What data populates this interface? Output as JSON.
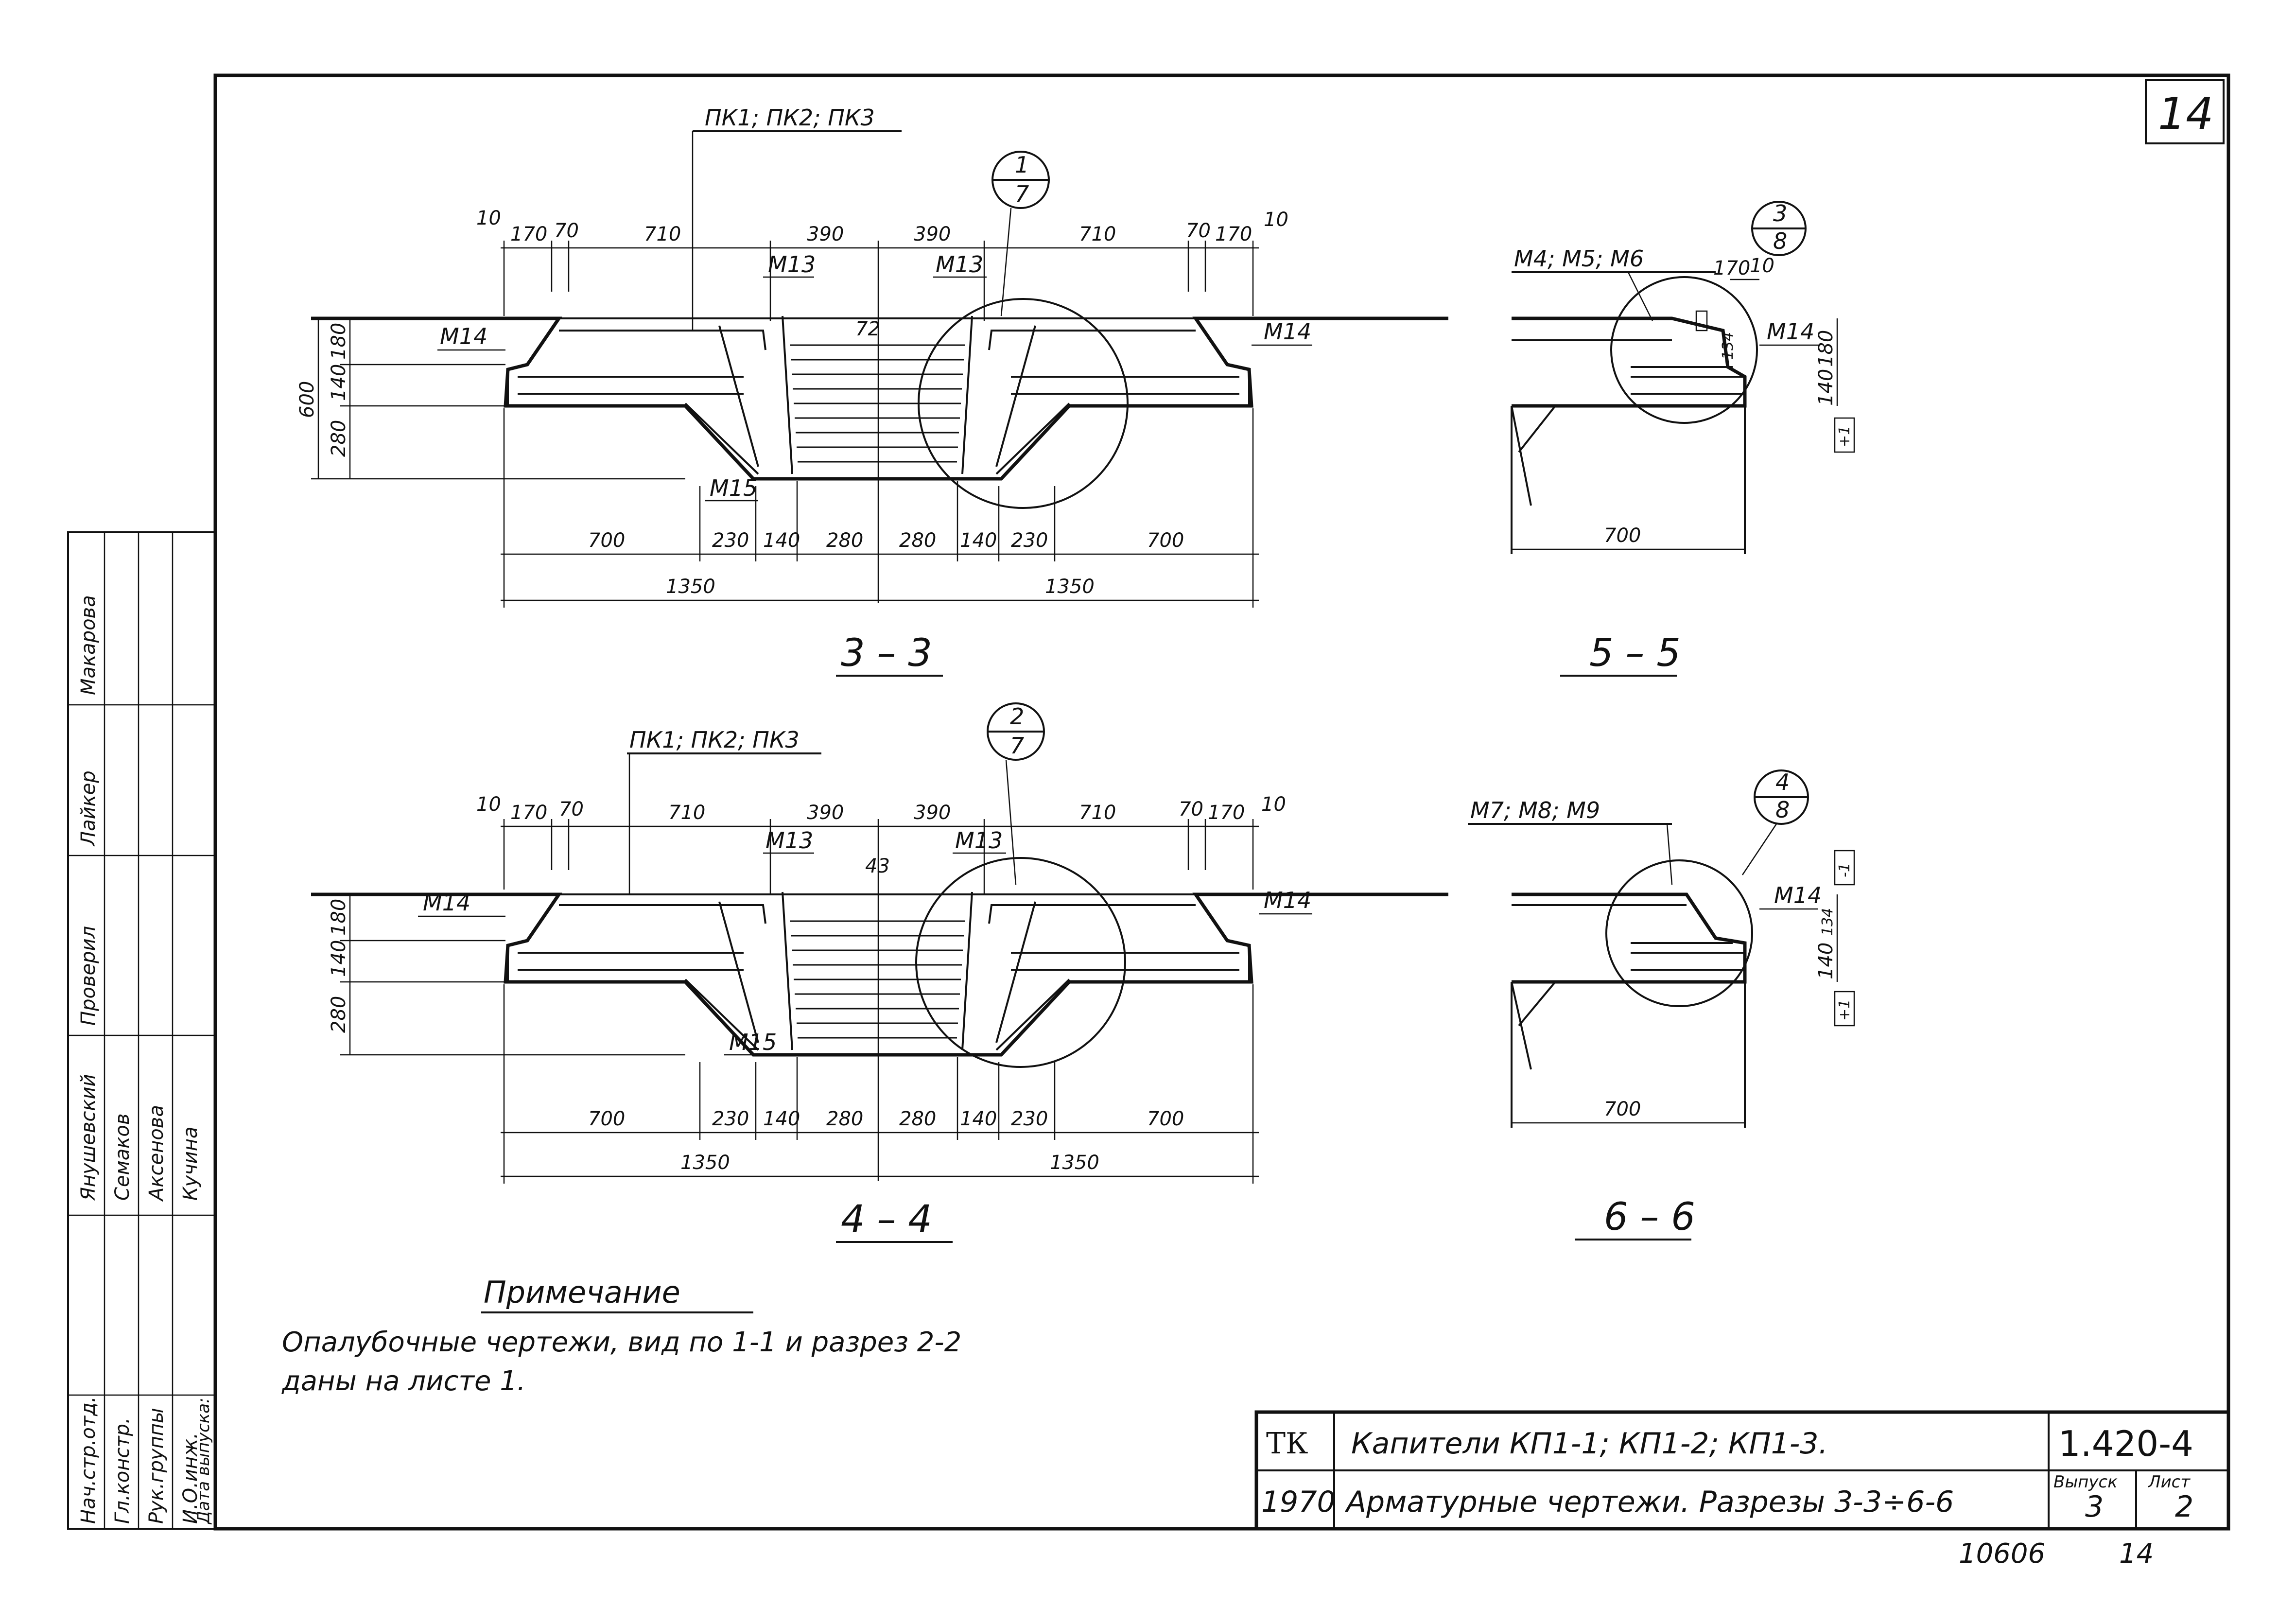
{
  "sheet_number_corner": "14",
  "section_3_3": {
    "title": "3 – 3",
    "top_label": "ПК1; ПК2; ПК3",
    "detail_callout": {
      "top": "1",
      "bottom": "7"
    },
    "top_dims": [
      "10",
      "170",
      "70",
      "710",
      "390",
      "390",
      "710",
      "70",
      "170",
      "10"
    ],
    "marks": [
      "M13",
      "M13",
      "M14",
      "M14",
      "M15"
    ],
    "gap_dim": "72",
    "vertical_dims": [
      "600",
      "180",
      "140",
      "280"
    ],
    "bottom_dims": [
      "700",
      "230",
      "140",
      "280",
      "280",
      "140",
      "230",
      "700"
    ],
    "total_dims": [
      "1350",
      "1350"
    ]
  },
  "section_4_4": {
    "title": "4 – 4",
    "top_label": "ПК1; ПК2; ПК3",
    "detail_callout": {
      "top": "2",
      "bottom": "7"
    },
    "top_dims": [
      "10",
      "170",
      "70",
      "710",
      "390",
      "390",
      "710",
      "70",
      "170",
      "10"
    ],
    "marks": [
      "M13",
      "M13",
      "M14",
      "M14",
      "M15"
    ],
    "gap_dim": "43",
    "vertical_dims": [
      "180",
      "140",
      "280"
    ],
    "bottom_dims": [
      "700",
      "230",
      "140",
      "280",
      "280",
      "140",
      "230",
      "700"
    ],
    "total_dims": [
      "1350",
      "1350"
    ]
  },
  "section_5_5": {
    "title": "5 – 5",
    "top_label": "M4; M5; M6",
    "detail_callout": {
      "top": "3",
      "bottom": "8"
    },
    "dims": [
      "170",
      "10",
      "134",
      "180",
      "140"
    ],
    "mark": "M14",
    "bottom_dim": "700",
    "tag": "+1"
  },
  "section_6_6": {
    "title": "6 – 6",
    "top_label": "M7; M8; M9",
    "detail_callout": {
      "top": "4",
      "bottom": "8"
    },
    "dims": [
      "134",
      "140"
    ],
    "mark": "M14",
    "bottom_dim": "700",
    "tags": [
      "-1",
      "+1"
    ]
  },
  "note": {
    "heading": "Примечание",
    "line1": "Опалубочные чертежи, вид по 1-1 и разрез 2-2",
    "line2": "даны на листе 1."
  },
  "title_block": {
    "org": "ТК",
    "year": "1970",
    "title1": "Капители КП1-1; КП1-2; КП1-3.",
    "title2": "Арматурные чертежи. Разрезы 3-3÷6-6",
    "series": "1.420-4",
    "issue_label": "Выпуск",
    "issue": "3",
    "sheet_label": "Лист",
    "sheet": "2"
  },
  "side_stamp": {
    "roles": [
      "Нач.стр.отд.",
      "Гл.констр.",
      "Рук.группы",
      "И.О.инж.",
      "Дата выпуска:"
    ],
    "names": [
      "Янушевский",
      "Семаков",
      "Аксенова",
      "Кучина"
    ],
    "checked_label": "Проверил",
    "checked_names": [
      "Лайкер",
      "Макарова"
    ]
  },
  "footer": {
    "archive": "10606",
    "page": "14"
  }
}
